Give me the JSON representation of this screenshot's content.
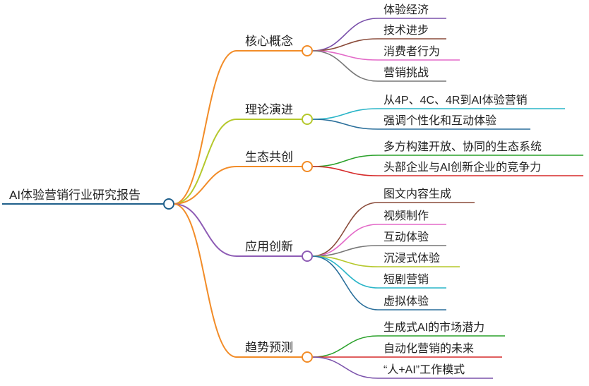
{
  "mindmap": {
    "root": {
      "label": "AI体验营销行业研究报告",
      "color": "#1f5f8b"
    },
    "branches": [
      {
        "label": "核心概念",
        "color": "#f28c28",
        "children": [
          {
            "label": "体验经济",
            "color": "#7b52ab"
          },
          {
            "label": "技术进步",
            "color": "#8a4b3a"
          },
          {
            "label": "消费者行为",
            "color": "#e36ac8"
          },
          {
            "label": "营销挑战",
            "color": "#777777"
          }
        ]
      },
      {
        "label": "理论演进",
        "color": "#b5c82c",
        "children": [
          {
            "label": "从4P、4C、4R到AI体验营销",
            "color": "#2ab5c8"
          },
          {
            "label": "强调个性化和互动体验",
            "color": "#2a6f9b"
          }
        ]
      },
      {
        "label": "生态共创",
        "color": "#f28c28",
        "children": [
          {
            "label": "多方构建开放、协同的生态系统",
            "color": "#2aa12a"
          },
          {
            "label": "头部企业与AI创新企业的竞争力",
            "color": "#d62a2a"
          }
        ]
      },
      {
        "label": "应用创新",
        "color": "#8e5cb5",
        "children": [
          {
            "label": "图文内容生成",
            "color": "#8a4b3a"
          },
          {
            "label": "视频制作",
            "color": "#e36ac8"
          },
          {
            "label": "互动体验",
            "color": "#777777"
          },
          {
            "label": "沉浸式体验",
            "color": "#b5c82c"
          },
          {
            "label": "短剧营销",
            "color": "#2ab5c8"
          },
          {
            "label": "虚拟体验",
            "color": "#2a6f9b"
          }
        ]
      },
      {
        "label": "趋势预测",
        "color": "#f28c28",
        "children": [
          {
            "label": "生成式AI的市场潜力",
            "color": "#2aa12a"
          },
          {
            "label": "自动化营销的未来",
            "color": "#d62a2a"
          },
          {
            "label": "“人+AI”工作模式",
            "color": "#7b52ab"
          }
        ]
      }
    ]
  }
}
